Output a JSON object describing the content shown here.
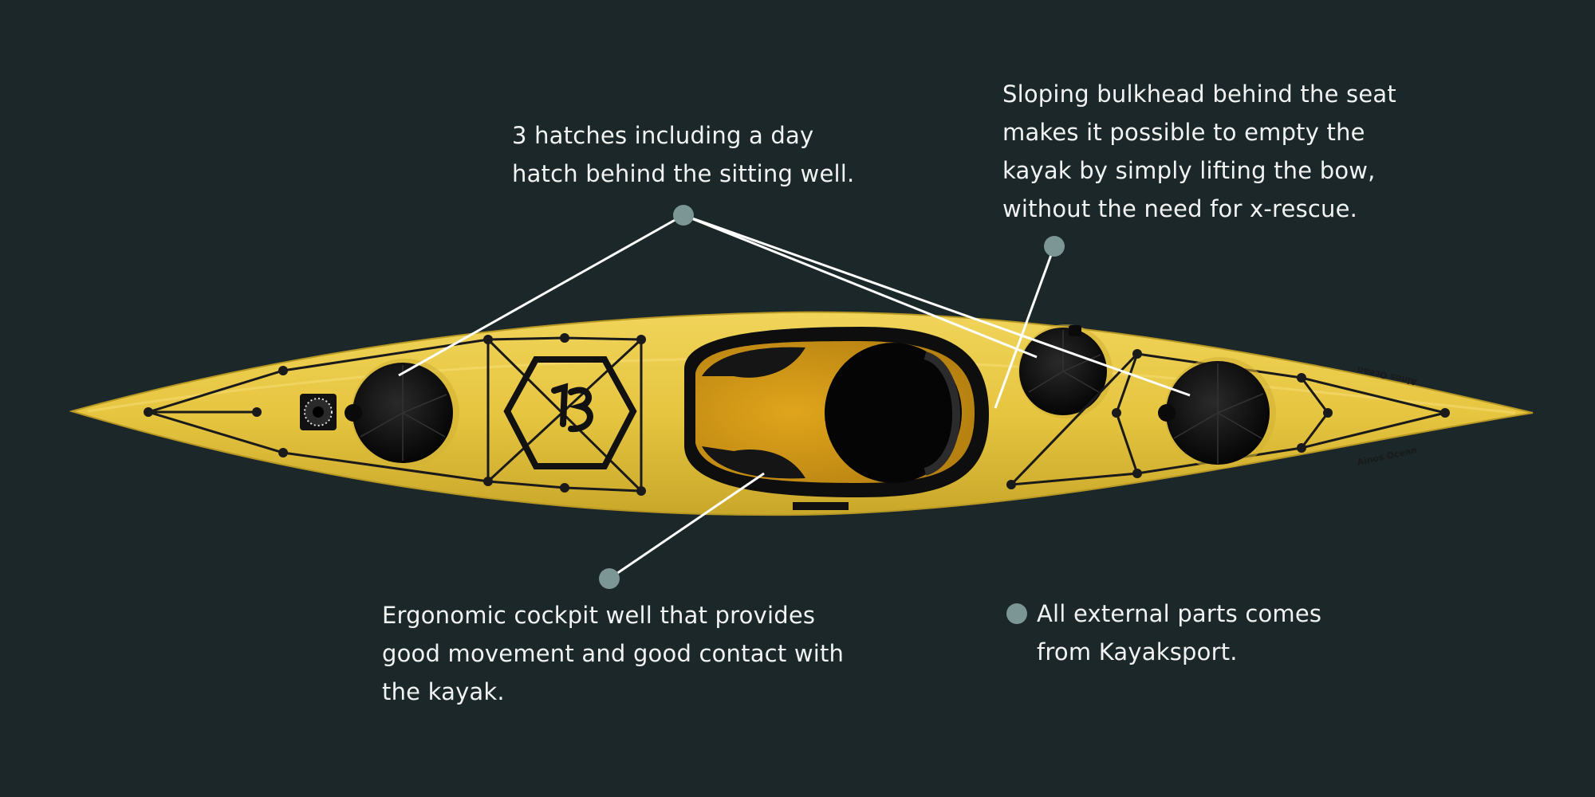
{
  "callouts": {
    "hatches": "3 hatches including a day hatch behind the sitting well.",
    "bulkhead": "Sloping bulkhead behind the seat makes it possible to empty the kayak by simply lifting the bow, without the need for x-rescue.",
    "cockpit": "Ergonomic cockpit well that provides good movement and good contact with the kayak.",
    "parts": "All external parts comes from Kayaksport."
  },
  "hull_labels": {
    "top": "Ainos Ocean",
    "bottom": "Ainos Ocean"
  },
  "colors": {
    "background": "#1b2728",
    "hull": "#e3c43c",
    "marker": "#7b9694",
    "leader_line": "#ffffff",
    "text": "#f1f3f2"
  }
}
